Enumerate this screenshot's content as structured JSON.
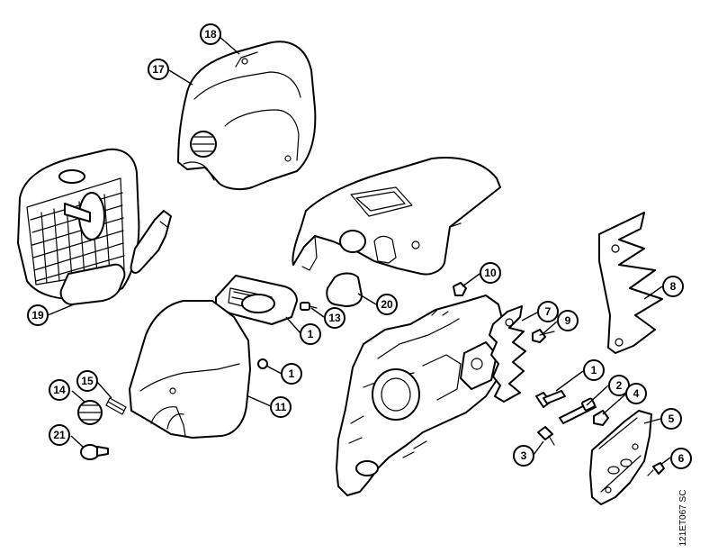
{
  "callouts": {
    "c18": "18",
    "c17": "17",
    "c19": "19",
    "c20": "20",
    "c10": "10",
    "c13": "13",
    "c1a": "1",
    "c1b": "1",
    "c1c": "1",
    "c11": "11",
    "c14": "14",
    "c15": "15",
    "c21": "21",
    "c7": "7",
    "c9": "9",
    "c8": "8",
    "c2": "2",
    "c4": "4",
    "c5": "5",
    "c3": "3",
    "c6": "6"
  },
  "reference_code": "121ET067 SC"
}
